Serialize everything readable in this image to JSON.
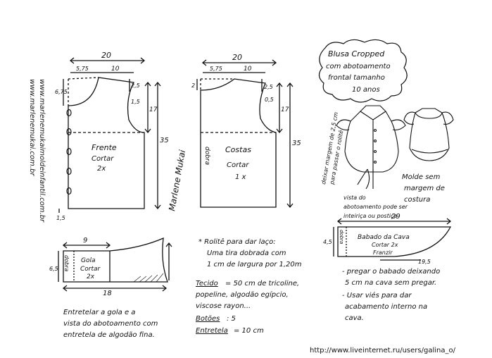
{
  "side_url": "www.marlenemukaimoldeinfantil.com.br",
  "side_url_2": "www.marlenemukai.com.br",
  "signature": "Marlene Mukai",
  "front": {
    "width_top": "20",
    "neck_width": "5,75",
    "shoulder_width": "10",
    "neck_depth": "6,75",
    "shoulder_drop": "2,5",
    "armhole_offset": "1,5",
    "armhole_height": "17",
    "total_height": "35",
    "hem_ext": "1,5",
    "title": "Frente",
    "cut_label": "Cortar",
    "cut_qty": "2x"
  },
  "back": {
    "width_top": "20",
    "neck_width": "5,75",
    "shoulder_width": "10",
    "neck_depth": "2",
    "shoulder_drop": "2,5",
    "armhole_offset": "0,5",
    "armhole_height": "17",
    "total_height": "35",
    "fold_label": "dobra",
    "title": "Costas",
    "cut_label": "Cortar",
    "cut_qty": "1 x"
  },
  "collar": {
    "top_width": "9",
    "height": "6,5",
    "bottom_width": "18",
    "fold_label": "dobra",
    "title": "Gola",
    "cut_label": "Cortar",
    "cut_qty": "2x"
  },
  "collar_note": [
    "Entretelar a gola e a",
    "vista do abotoamento com",
    "entretela de algodão fina."
  ],
  "rolite_note": [
    "* Rolitê para dar laço:",
    "Uma tira dobrada com",
    "1 cm de largura por 1,20m"
  ],
  "materials": {
    "fabric_label": "Tecido",
    "fabric_value": "= 50 cm de tricoline,",
    "fabric_line2": "popeline, algodão egípcio,",
    "fabric_line3": "viscose rayon...",
    "buttons_label": "Botões",
    "buttons_value": ": 5",
    "interfacing_label": "Entretela",
    "interfacing_value": "= 10 cm"
  },
  "title_box": [
    "Blusa Cropped",
    "com abotoamento",
    "frontal tamanho",
    "10 anos"
  ],
  "vertical_note": [
    "deixar margem de 2,5 cm",
    "para passar o rolitê"
  ],
  "placket_note": [
    "vista do",
    "abotoamento pode ser",
    "inteiriça ou postiça"
  ],
  "pattern_note": [
    "Molde sem",
    "margem de",
    "costura"
  ],
  "ruffle": {
    "width": "29",
    "height": "4,5",
    "fold_label": "dobra",
    "title": "Babado da Cava",
    "cut_label": "Cortar 2x",
    "gather_label": "Franzir",
    "gather_length": "19,5"
  },
  "ruffle_notes": [
    "- pregar o babado deixando",
    "5 cm na cava sem pregar.",
    "- Usar viés para dar",
    "acabamento interno na",
    "cava."
  ],
  "footer_url": "http://www.liveinternet.ru/users/galina_o/"
}
